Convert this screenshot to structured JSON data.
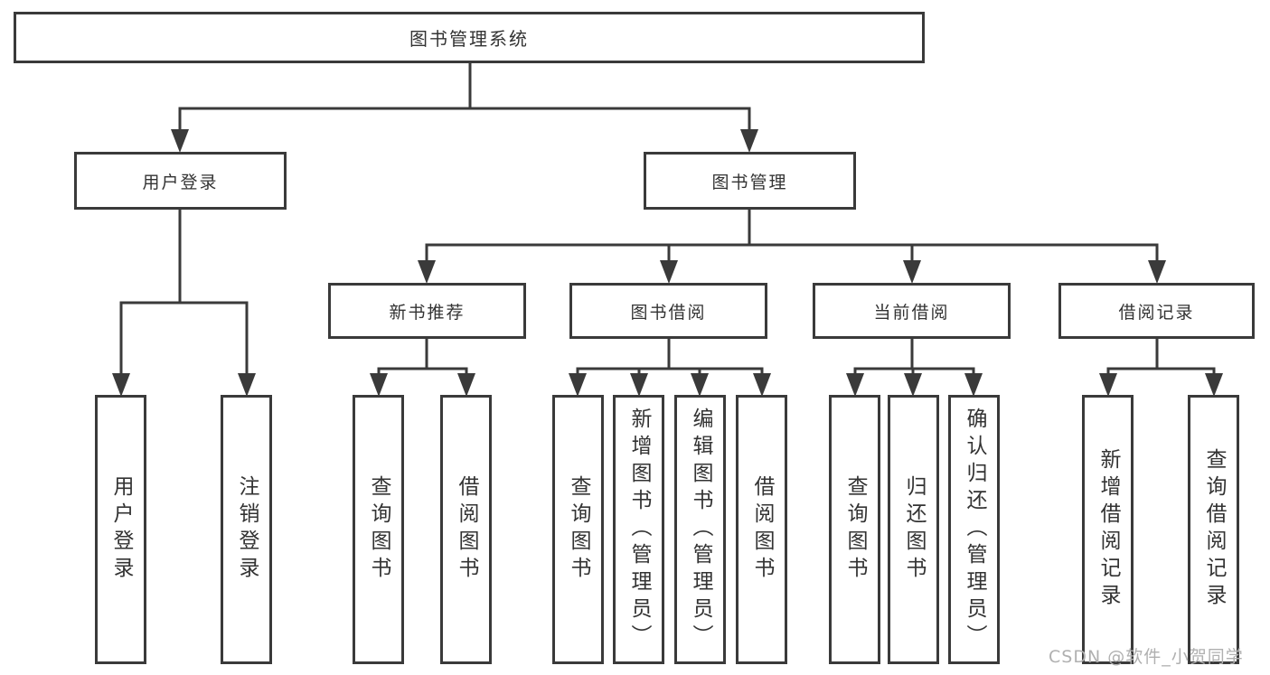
{
  "diagram": {
    "root": "图书管理系统",
    "branches": {
      "user_login": "用户登录",
      "book_mgmt": "图书管理"
    },
    "modules": {
      "new_book_rec": "新书推荐",
      "book_borrow": "图书借阅",
      "current_borrow": "当前借阅",
      "borrow_records": "借阅记录"
    },
    "leaves": {
      "user_login_login": "用户登录",
      "user_login_logout": "注销登录",
      "rec_query_book": "查询图书",
      "rec_borrow_book": "借阅图书",
      "bb_query_book": "查询图书",
      "bb_add_book": "新增图书（管理员）",
      "bb_edit_book": "编辑图书（管理员）",
      "bb_borrow_book": "借阅图书",
      "cb_query_book": "查询图书",
      "cb_return_book": "归还图书",
      "cb_confirm_return": "确认归还（管理员）",
      "br_add_record": "新增借阅记录",
      "br_query_record": "查询借阅记录"
    }
  },
  "watermark": "CSDN @软件_小贺同学",
  "colors": {
    "line": "#3a3a3a",
    "border": "#3a3a3a",
    "text": "#333333",
    "box_bg": "#ffffff",
    "watermark": "#b0b0b0"
  }
}
